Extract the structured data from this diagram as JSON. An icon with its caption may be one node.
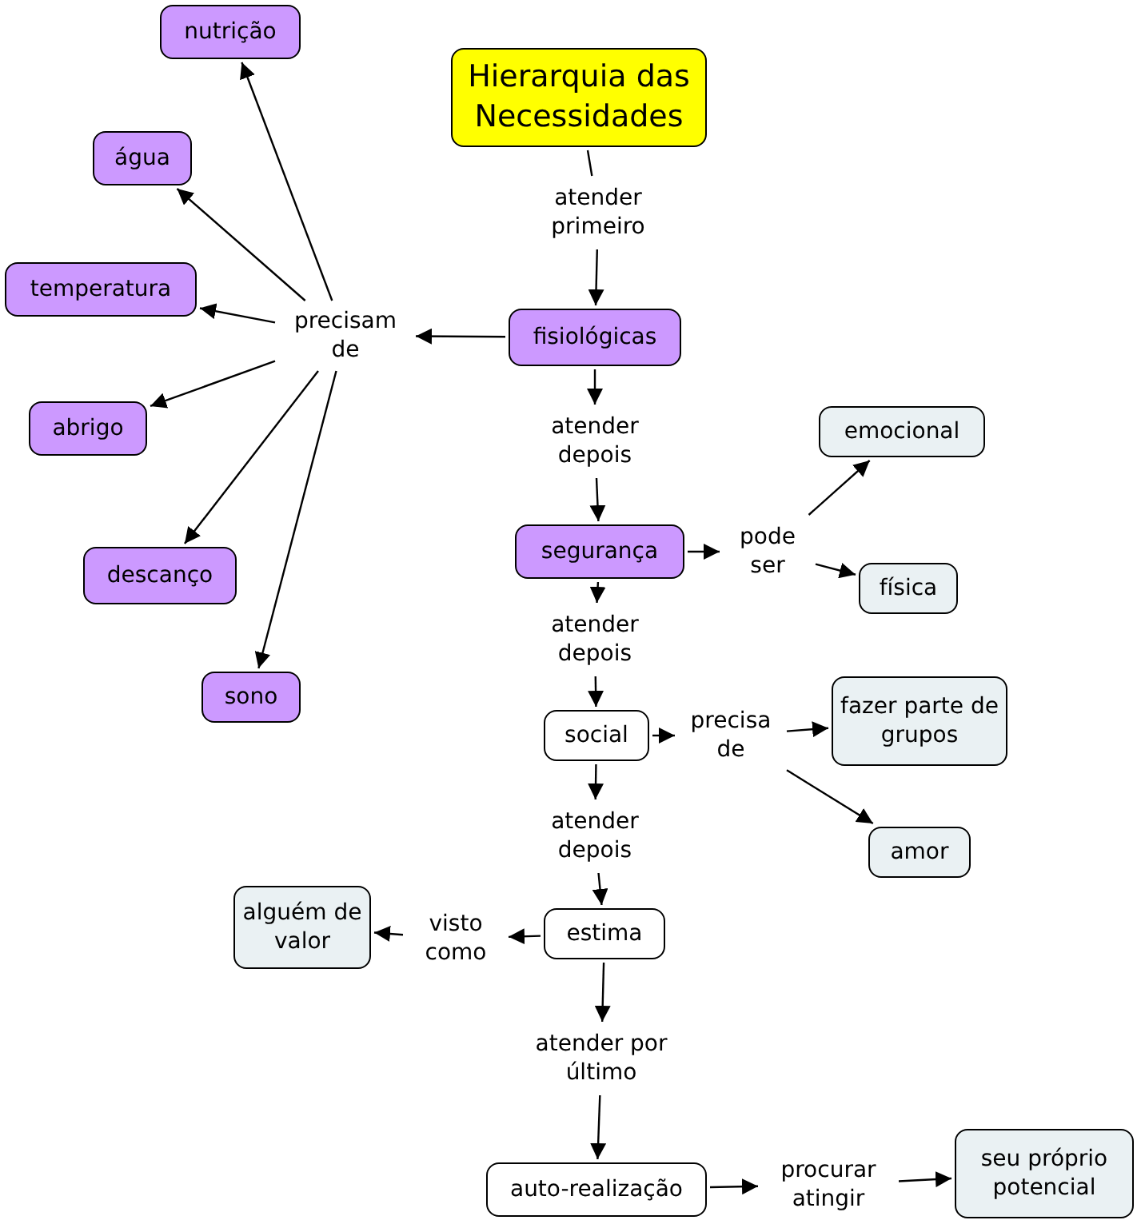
{
  "diagram": {
    "nodes": [
      {
        "text": [
          "Hierarquia das Necessidades"
        ]
      },
      {
        "text": [
          "atender primeiro"
        ]
      },
      {
        "text": [
          "fisiológicas"
        ]
      },
      {
        "text": [
          "precisam de"
        ]
      },
      {
        "text": [
          "nutrição"
        ]
      },
      {
        "text": [
          "água"
        ]
      },
      {
        "text": [
          "temperatura"
        ]
      },
      {
        "text": [
          "abrigo"
        ]
      },
      {
        "text": [
          "descanço"
        ]
      },
      {
        "text": [
          "sono"
        ]
      },
      {
        "text": [
          "atender depois"
        ]
      },
      {
        "text": [
          "segurança"
        ]
      },
      {
        "text": [
          "pode ser"
        ]
      },
      {
        "text": [
          "emocional"
        ]
      },
      {
        "text": [
          "física"
        ]
      },
      {
        "text": [
          "atender depois"
        ]
      },
      {
        "text": [
          "social"
        ]
      },
      {
        "text": [
          "precisa de"
        ]
      },
      {
        "text": [
          "fazer parte de grupos"
        ]
      },
      {
        "text": [
          "amor"
        ]
      },
      {
        "text": [
          "atender depois"
        ]
      },
      {
        "text": [
          "estima"
        ]
      },
      {
        "text": [
          "visto como"
        ]
      },
      {
        "text": [
          "alguém de valor"
        ]
      },
      {
        "text": [
          "atender por último"
        ]
      },
      {
        "text": [
          "auto-realização"
        ]
      },
      {
        "text": [
          "procurar atingir"
        ]
      },
      {
        "text": [
          "seu próprio potencial"
        ]
      }
    ],
    "edges": [
      {
        "from": 0,
        "to": 1,
        "arrow": "none"
      },
      {
        "from": 1,
        "to": 2,
        "arrow": "to"
      },
      {
        "from": 2,
        "to": 3,
        "arrow": "to"
      },
      {
        "from": 3,
        "to": 4,
        "arrow": "to"
      },
      {
        "from": 3,
        "to": 5,
        "arrow": "to"
      },
      {
        "from": 3,
        "to": 6,
        "arrow": "to"
      },
      {
        "from": 3,
        "to": 7,
        "arrow": "to"
      },
      {
        "from": 3,
        "to": 8,
        "arrow": "to"
      },
      {
        "from": 3,
        "to": 9,
        "arrow": "to"
      },
      {
        "from": 2,
        "to": 10,
        "arrow": "to"
      },
      {
        "from": 10,
        "to": 11,
        "arrow": "to"
      },
      {
        "from": 11,
        "to": 12,
        "arrow": "to"
      },
      {
        "from": 12,
        "to": 13,
        "arrow": "to"
      },
      {
        "from": 12,
        "to": 14,
        "arrow": "to"
      },
      {
        "from": 11,
        "to": 15,
        "arrow": "to"
      },
      {
        "from": 15,
        "to": 16,
        "arrow": "to"
      },
      {
        "from": 16,
        "to": 17,
        "arrow": "to"
      },
      {
        "from": 17,
        "to": 18,
        "arrow": "to"
      },
      {
        "from": 17,
        "to": 19,
        "arrow": "to"
      },
      {
        "from": 16,
        "to": 20,
        "arrow": "to"
      },
      {
        "from": 20,
        "to": 21,
        "arrow": "to"
      },
      {
        "from": 21,
        "to": 22,
        "arrow": "to"
      },
      {
        "from": 22,
        "to": 23,
        "arrow": "to"
      },
      {
        "from": 21,
        "to": 24,
        "arrow": "to"
      },
      {
        "from": 24,
        "to": 25,
        "arrow": "to"
      },
      {
        "from": 25,
        "to": 26,
        "arrow": "to"
      },
      {
        "from": 26,
        "to": 27,
        "arrow": "to"
      }
    ]
  }
}
